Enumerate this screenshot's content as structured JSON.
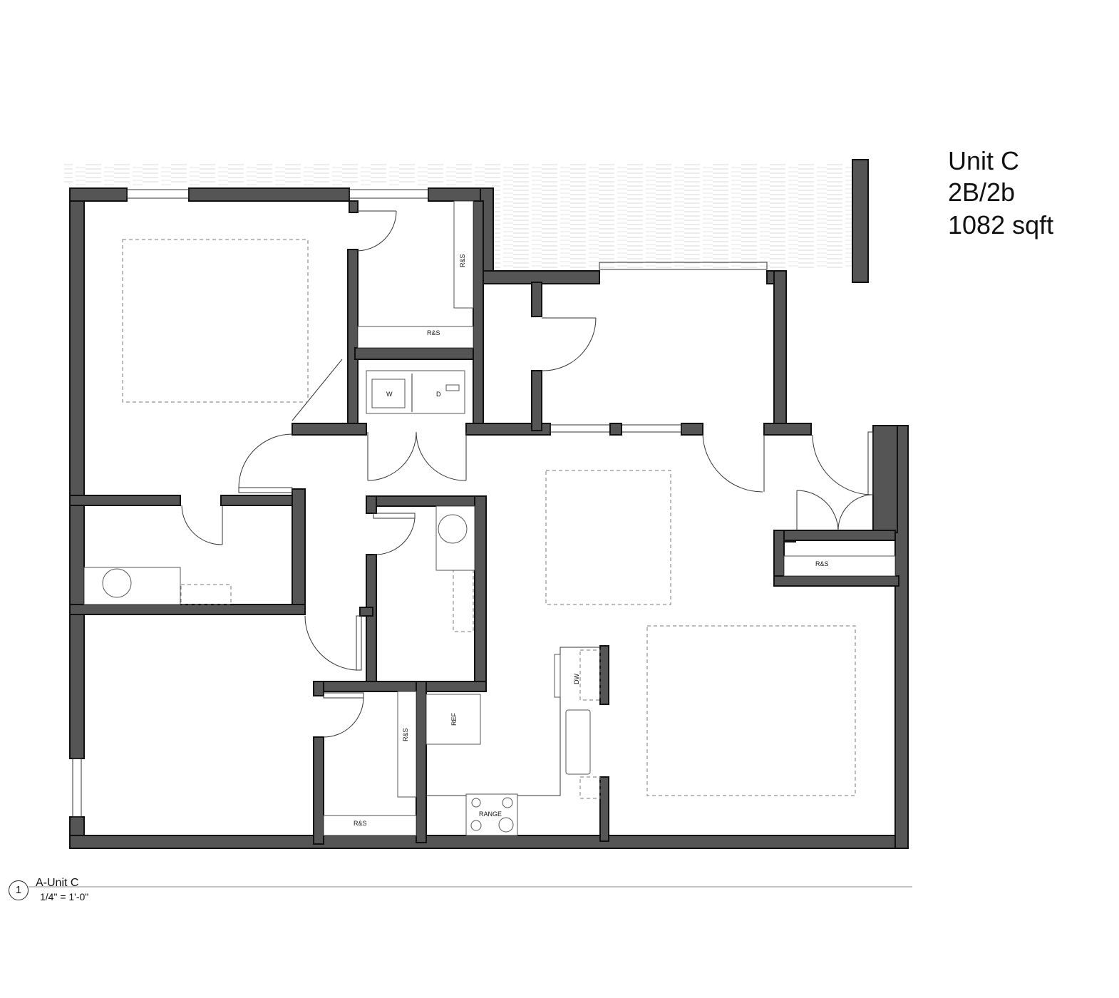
{
  "unit": {
    "name": "Unit C",
    "type": "2B/2b",
    "area": "1082 sqft"
  },
  "view": {
    "number": "1",
    "name": "A-Unit C",
    "scale": "1/4\" = 1'-0\""
  },
  "labels": {
    "rs": "R&S",
    "washer": "W",
    "dryer": "D",
    "ref": "REF",
    "dw": "DW",
    "range": "RANGE"
  }
}
